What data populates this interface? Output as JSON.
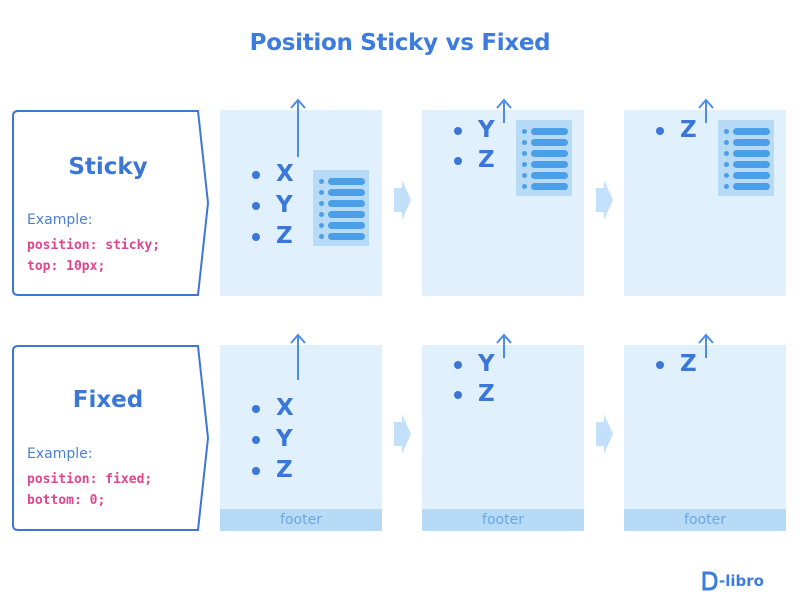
{
  "title": "Position Sticky vs Fixed",
  "sticky": {
    "label": "Sticky",
    "example_label": "Example:",
    "code": [
      "position: sticky;",
      "top: 10px;"
    ],
    "frames": [
      {
        "items": [
          "X",
          "Y",
          "Z"
        ]
      },
      {
        "items": [
          "Y",
          "Z"
        ]
      },
      {
        "items": [
          "Z"
        ]
      }
    ]
  },
  "fixed": {
    "label": "Fixed",
    "example_label": "Example:",
    "code": [
      "position: fixed;",
      "bottom: 0;"
    ],
    "frames": [
      {
        "items": [
          "X",
          "Y",
          "Z"
        ],
        "footer": "footer"
      },
      {
        "items": [
          "Y",
          "Z"
        ],
        "footer": "footer"
      },
      {
        "items": [
          "Z"
        ],
        "footer": "footer"
      }
    ]
  },
  "logo": {
    "text": "-libro",
    "mark_letter": "D"
  },
  "colors": {
    "title": "#3c7be0",
    "text": "#3a77d8",
    "code": "#e0458d",
    "frame_bg": "#e1f0fd",
    "toc_bg": "#b7dbf7",
    "arrow": "#4b8de6",
    "step_arrow": "#c3e0fa"
  }
}
